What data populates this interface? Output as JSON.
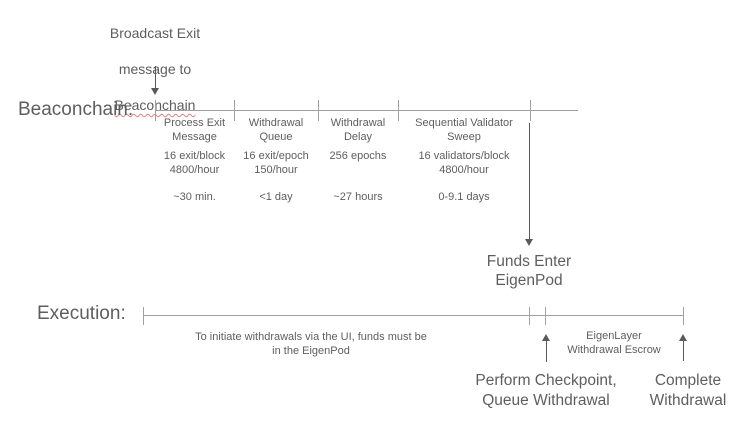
{
  "colors": {
    "text": "#5e5e5e",
    "timeline_line": "#a0a0a0",
    "arrow": "#5a5a5a",
    "spellcheck_underline": "#e08080",
    "background": "#ffffff"
  },
  "broadcast_note": {
    "line1": "Broadcast Exit",
    "line2": "message to",
    "line3": "Beaconchain"
  },
  "beaconchain": {
    "label": "Beaconchain:",
    "segments": [
      {
        "title": "Process Exit\nMessage",
        "rate": "16 exit/block\n4800/hour",
        "duration": "~30 min."
      },
      {
        "title": "Withdrawal\nQueue",
        "rate": "16 exit/epoch\n150/hour",
        "duration": "<1 day"
      },
      {
        "title": "Withdrawal\nDelay",
        "rate": "256 epochs",
        "duration": "~27 hours"
      },
      {
        "title": "Sequential Validator\nSweep",
        "rate": "16 validators/block\n4800/hour",
        "duration": "0-9.1 days"
      }
    ]
  },
  "funds_enter": {
    "label": "Funds Enter\nEigenPod"
  },
  "execution": {
    "label": "Execution:",
    "note": "To initiate withdrawals via the UI, funds must be\nin the EigenPod",
    "escrow_label": "EigenLayer\nWithdrawal Escrow",
    "checkpoint_label": "Perform Checkpoint,\nQueue Withdrawal",
    "complete_label": "Complete\nWithdrawal"
  }
}
